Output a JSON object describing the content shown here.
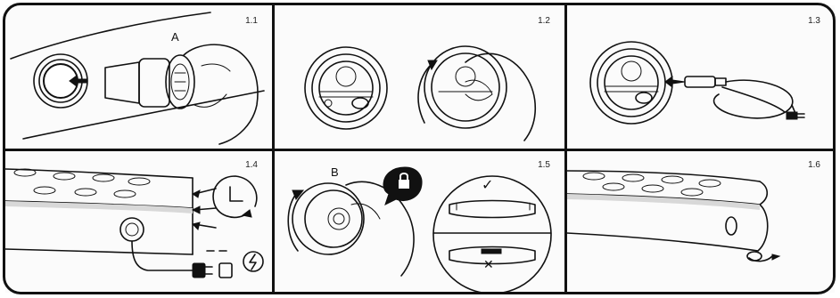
{
  "instructions": {
    "panels": [
      {
        "number": "1.1",
        "letter": "A"
      },
      {
        "number": "1.2",
        "letter": ""
      },
      {
        "number": "1.3",
        "letter": ""
      },
      {
        "number": "1.4",
        "letter": ""
      },
      {
        "number": "1.5",
        "letter": "B"
      },
      {
        "number": "1.6",
        "letter": ""
      }
    ],
    "check_mark": "✓",
    "cross_mark": "✕",
    "icons": [
      "pump-icon",
      "rotate-arrow-icon",
      "power-cord-icon",
      "arrows-icon",
      "timer-icon",
      "plug-icon",
      "lightning-icon",
      "lock-icon",
      "check-icon",
      "cross-icon",
      "coiled-cord-icon"
    ]
  }
}
